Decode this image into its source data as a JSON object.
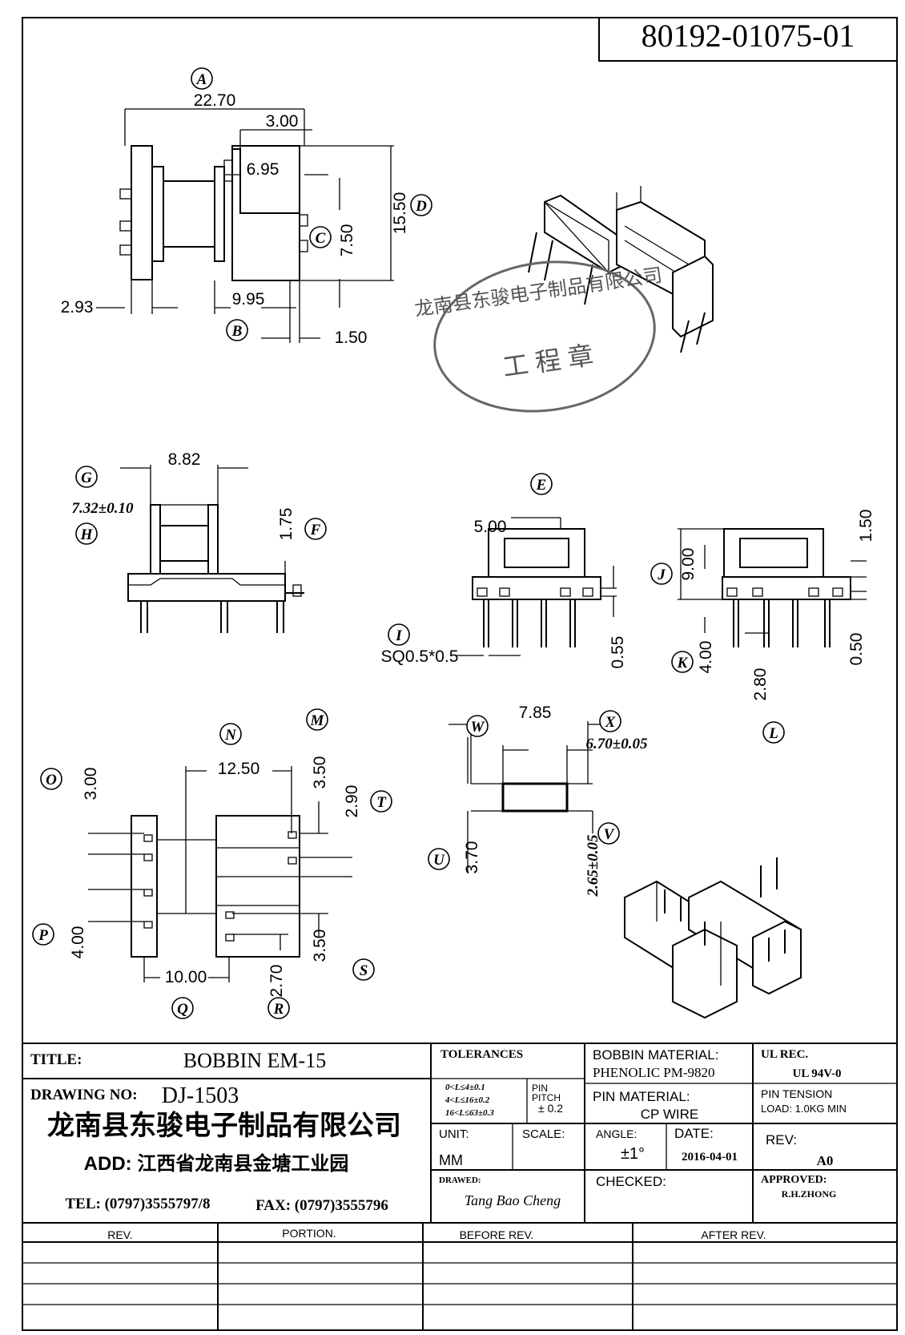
{
  "part_number": "80192-01075-01",
  "dimensions": {
    "a_2270": "22.70",
    "a_300": "3.00",
    "a_695": "6.95",
    "a_1550": "15.50",
    "a_750": "7.50",
    "a_293": "2.93",
    "a_995": "9.95",
    "a_150": "1.50",
    "g_882": "8.82",
    "h_732": "7.32±0.10",
    "f_175": "1.75",
    "e_500": "5.00",
    "i_sq": "SQ0.5*0.5",
    "e_055": "0.55",
    "j_900": "9.00",
    "j_150": "1.50",
    "k_400": "4.00",
    "l_280": "2.80",
    "j_050": "0.50",
    "w_785": "7.85",
    "x_670": "6.70±0.05",
    "u_370": "3.70",
    "v_265": "2.65±0.05",
    "n_1250": "12.50",
    "m_350": "3.50",
    "o_300": "3.00",
    "t_290": "2.90",
    "p_400": "4.00",
    "q_1000": "10.00",
    "r_270": "2.70",
    "s_350": "3.50"
  },
  "callouts": [
    "A",
    "B",
    "C",
    "D",
    "E",
    "F",
    "G",
    "H",
    "I",
    "J",
    "K",
    "L",
    "M",
    "N",
    "O",
    "P",
    "Q",
    "R",
    "S",
    "T",
    "U",
    "V",
    "W",
    "X"
  ],
  "stamp": {
    "company": "龙南县东骏电子制品有限公司",
    "label": "工 程 章"
  },
  "title_block": {
    "title_label": "TITLE:",
    "title": "BOBBIN EM-15",
    "drawing_no_label": "DRAWING NO:",
    "drawing_no": "DJ-1503",
    "company": "龙南县东骏电子制品有限公司",
    "address": "ADD: 江西省龙南县金塘工业园",
    "tel": "TEL: (0797)3555797/8",
    "fax": "FAX: (0797)3555796",
    "tolerances_label": "TOLERANCES",
    "tol_line1": "0<L≤4±0.1",
    "tol_line2": "4<L≤16±0.2",
    "tol_line3": "16<L≤63±0.3",
    "pin_pitch_label1": "PIN",
    "pin_pitch_label2": "PITCH",
    "pin_pitch_value": "± 0.2",
    "unit_label": "UNIT:",
    "unit": "MM",
    "scale_label": "SCALE:",
    "angle_label": "ANGLE:",
    "angle": "±1°",
    "date_label": "DATE:",
    "date": "2016-04-01",
    "rev_label": "REV:",
    "rev": "A0",
    "bobbin_material_label": "BOBBIN MATERIAL:",
    "bobbin_material": "PHENOLIC   PM-9820",
    "pin_material_label": "PIN MATERIAL:",
    "pin_material": "CP WIRE",
    "ul_label": "UL REC.",
    "ul": "UL  94V-0",
    "pin_tension_label": "PIN TENSION",
    "pin_tension": "LOAD:  1.0KG MIN",
    "drawn_label": "DRAWED:",
    "drawn": "Tang Bao Cheng",
    "checked_label": "CHECKED:",
    "approved_label": "APPROVED:",
    "approved": "R.H.ZHONG"
  },
  "revision_table": {
    "headers": [
      "REV.",
      "PORTION.",
      "BEFORE REV.",
      "AFTER REV."
    ]
  }
}
